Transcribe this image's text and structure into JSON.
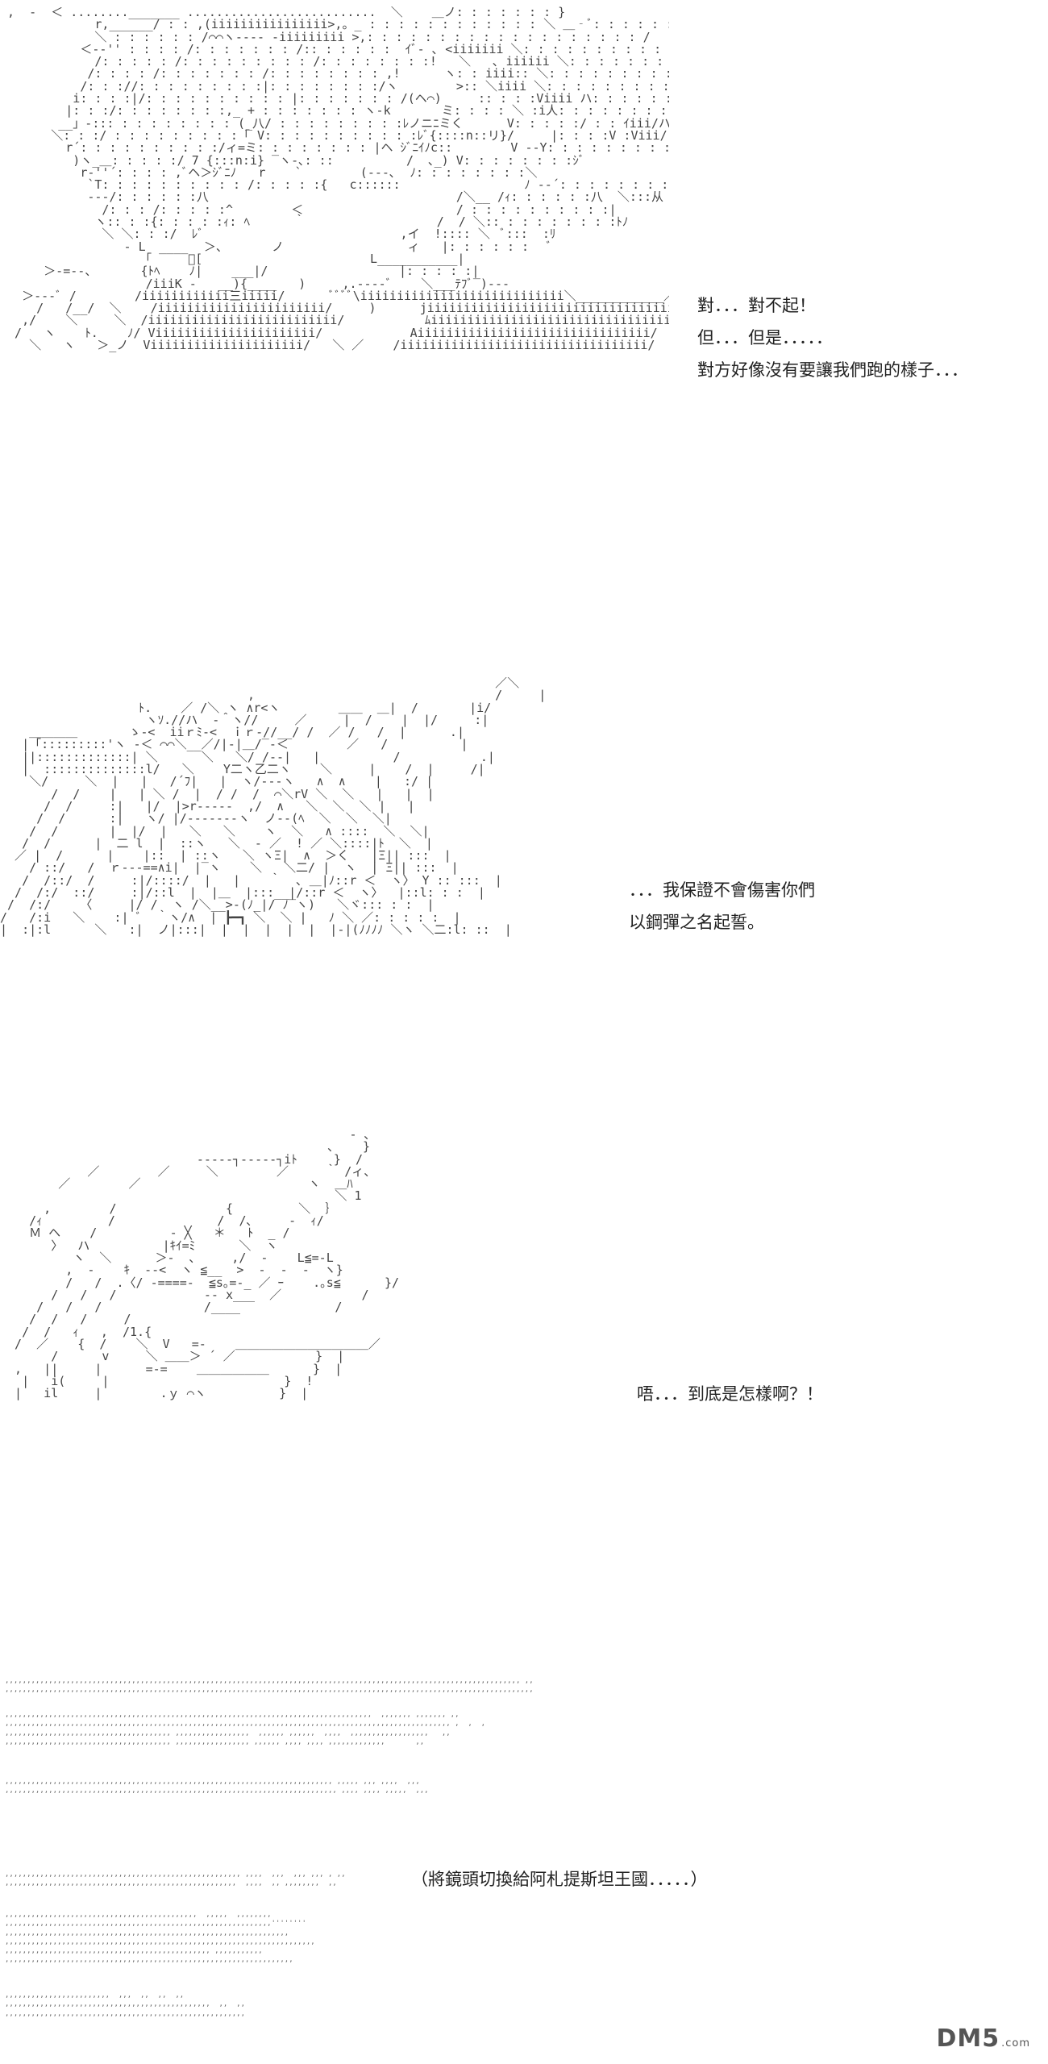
{
  "panels": [
    {
      "ascii_art": " ,  ‐  ＜ ........_______ ..........................  ＼    ＿ノ: : : : : : : }\n             r,______/ : : ,(iiiiiiiiiiiiiiii>,。_ : : : : : : : : : : : : ＼ ＿‐ﾞ: : : : : : : : /\n             ＼ : : : : : : /⌒⌒ヽ‐‐‐- -iiiiiiiii >,: : : : : : : : : : : : : : : : : : : /\n           ＜‐‐'' : : : : /: : : : : : : /:: : : : : :  ｲﾞ‐ ､ <iiiiiii ＼: : : : : : : : : : : : ＜__ィｱ\n             /: : : : : /: : : : : : : : : /: : : : : : : :!   ＼   ､ iiiiii ＼: : : : : : : : : : : ＼\n            /: : : : /: : : : : : : /: : : : : : : : ,!      ヽ: : iiii:: ＼: : : : : : : : : : : : :＼\n           /: : ://: : : : : : : : :|: : : : : : : :/ヽ        >:: ＼iiii ＼: : : : : : : : : : : : ‐ﾆﾌ\n          i: : : :|/: : : : : : : : : : |: : : : : : : /(ヘ⌒)     :: : : :Viiii ハ: : : : : : : : : : : : :‐‐\n         |: : :/: : : : : : : :,_ + : : : : : : : ヽ-k       ミ: : : : ＼ :i人: : : : : : : : : : : : : : : :\n        __」-::: : : : : : : : : (_八/ : : : : : : : : :ﾚノニﾆミく      V: : : : :/ : : ｲiii/ハ : : : : : : : :\n       ＼: : :/ : : : : : : : : :「 V: : : : : : : : : : :ﾚﾞ{::::n::リ}/     |: : : :V :Viii/: : : : : : : : : : : : : : /\n         r´: : : : : : : : : :/ィ=ミ: : : : : : : : |ヘ ｼﾞﾆｲﾉc::        V ‐‐Y: : : : : : : : : : :ｼﾞ\n          )ヽ_＿: : : : :/ 7 {:::n:i} ‾ヽ-､: ::          /  ､_) V: : : : : : : :ｼﾞ\n           r-''´: : : : ,ﾞヘ＞ｼﾞﾆﾉ   r    `        (‐‐-､  ﾉ: : : : : : : :＼\n            `T: : : : : : : : : : /: : : : :{   c::::::                 ﾉ ‐‐´: : : : : : : :/\n            ‐‐‐/: : : : : :八                                  /＼__ /ｨ: : : : : :八  ＼:::从\n              /: : : /: : : : :^        ＜                     / : : : : : : : : : :|\n             ヽ:: : :{: : : : :ｨ: ﾍ      ｀                  /  / ＼:: : : : : : : : :ﾄﾉ\n              ＼ ＼: : :/  ﾚﾞ                           ,イ  !:::: ＼  ﾞ:::  :ﾘ\n                 ‐ L        ＞、      ノ                 ィ   |: : : : : :   ﾞ\n                    ｢ ‾‾‾‾ﾞ[                       L___________|\n      ＞-=--、      {ﾄﾍ    ﾉ|    ___|/                  |: : : : :|\n                    /iiiK ‐   __){____   )     ,.‐‐-‐ﾞ    ＼___ﾃﾌﾞ‾)‐‐‐\n   ＞‐‐‐ﾞ /        /iiiiiiiiiiii三iiiii/      ﾞﾞﾞﾞ\\iiiiiiiiiiiiiiiiiiiiiiiiiiii＼____________／\n     /   /__/  ＼    /iiiiiiiiiiiiiiiiiiiiiii/     )      jiiiiiiiiiiiiiiiiiiiiiiiiiiiiiiiiiiiii/\n   ,/    ＼     ＼  /iiiiiiiiiiiiiiiiiiiiiiiiii/           ﾑiiiiiiiiiiiiiiiiiiiiiiiiiiiiiiiii/\n  /   ヽ    ﾄ.    ﾉ/ Viiiiiiiiiiiiiiiiiiiiii/            Aiiiiiiiiiiiiiiiiiiiiiiiiiiiiiiii/\n    ＼   ヽ   ＞_ノ  Viiiiiiiiiiiiiiiiiiiii/   ＼ ／    /iiiiiiiiiiiiiiiiiiiiiiiiiiiiiiiiii/",
      "dialogue": [
        "對．．．對不起！",
        "但．．．但是．．．．．",
        "對方好像沒有要讓我們跑的樣子．．．"
      ]
    },
    {
      "ascii_art": "                                                                    ／＼\n                                  ,                                 /     |\n                   ﾄ.    ／ /＼ ヽ ∧r<ヽ        ＿＿  ＿|  /       |i/\n                    ヽｿ.//ハ  ‐＾ヽ//     ／     |  /    |  |/     :|\n    ＿＿＿＿       ゝ‐<  iiｒﾐ-<  ｉｒ‐//__/ /  ／ /   /  |      .|\n   |「:::::::::'ヽ ‐＜ ⌒⌒＼__／/|‐|＿/‾‐＜        ／   /          |\n   ||:::::::::::::| ＼      ＼   ＼/ /‐‐|   |          /           .|\n   |  ::::::::::::::l/   ＼    Y二ヽ乙二ヽ    ＼     |    /  |     /|\n    ＼/     ＼  |   |   /´ﾌ|   |  ヽ/‐‐‐ヽ   ∧  ∧    |   :/ |\n       /  /    |   | ＼ /  |  / /  /  ⌒＼rV ＼  ＼   |   |  |\n      /  /     :|   |/  |>r‐‐‐‐‐  ,/  ∧   ＼  ＼  ＼ |   |\n     /  /      :|   ヽ/ |/‐‐‐‐‐‐-ヽ  ノ‐‐(ﾍ  ＼  ＼  ＼|\n    /  /       |  |/  |   ＼   ＼    ヽ  ＼   ∧ ::::  ＼  ＼|\n   /  /      |  二 l  |  ::ヽ   ＼  ‐ ／  ! ／ ＼::::|ﾄ  ＼  |\n  ／ |  /      |    |::  | ::ヽ   ＼ ヽΞ|  ∧  ＞く   |Ξ|| :::  |\n    / ::/   /  ｒ‐‐‐==∧i|  |‾ヽ    ＼   ＼二/ |  ヽ  | Ξ|| :::  |\n   /  /::/  /     :|/::::/  |   |    ｀  ､ ＿|ﾉ::r ＜  ヽ〉 Y :: :::  |\n  /  /:/  ::/     :|/::l  |  |＿  |:::__|/::r ＜  ヽ〉  |::l: : :  |\n /  /:/    〈     |/ /  ヽ /＼__>‐(ﾉ_|/ ﾉ‾ヽ)   ＼ヾ::: : :  |\n/   /:i   ＼    :| ﾞ  ｀ヽ/∧  | ┣━┓ ＼  ＼ |   ﾉ ＼ ／: : : : :  |\n|  :|:l      ＼   :|  ノ|:::|  |  |  |  |  |  |-|(ﾉﾉﾉﾉ ＼ヽ ＼二:l: ::  |",
      "dialogue": [
        "．．．我保證不會傷害你們",
        "以鋼彈之名起誓。"
      ]
    },
    {
      "ascii_art": "                                                - ､\n                                             ､    }\n                           ‐‐‐‐‐┐‐‐‐‐‐┐iﾄ     }  /\n            ／        ／     ＼        ／     ｀ /ィ、\n        ／        ／                       ヽ  ＿ﾊ\n                                              ＼ 1\n      ,        /               {         ＼  ｝\n    /ｨ         /              /  /､     ‐  ｨ/\n    Ｍ ヘ    /          ‐ ╳   ＊   ﾄ  _ /\n       〉  ハ          |ｷｲ=ﾐ      ＼  ヽ\n          ヽ  ＼      ＞‐  ､     ,/  ‐    L≦=-L\n         ,  ‐    ｷ  -‐<  ヽ ≦__  >  ‐  ‐  -  ヽ}\n         /   /  .〈/ ‐====‐  ≦s｡=-_ ／ ｰ    .｡s≦      }/\n       /   /   /            ‐‐ x___  ／           /\n     /   /   /              /____             /\n    /  /   /     /\n   /  /   ｨ   ,  /1.{\n  /  ／    {  /    ＼  V   =-    ＿＿＿＿＿＿＿＿＿＿＿／\n       /      v     ＼ ＿＿＞ ´ ／           }  |\n  ,   ||     |      =‐=    ＿＿＿＿＿＿      }  |\n   |   i(     |                        }  !\n  |   il     |        .ｙ ⌒ヽ          }  |",
      "dialogue": [
        "唔．．．到底是怎樣啊？！"
      ]
    }
  ],
  "narration_block": {
    "dots_a": ",,,,,,,,,,,,,,,,,,,,,,,,,,,,,,,,,,,,,,,,,,,,,,,,,,,,,,,,,,,,,,,,,,,,,,,,,,,,,,,,,,,,,,,,,,,,,,,,,,,,,,,,,,,,,,,,,,,,,, ,,\n,,,,,,,,,,,,,,,,,,,,,,,,,,,,,,,,,,,,,,,,,,,,,,,,,,,,,,,,,,,,,,,,,,,,,,,,,,,,,,,,,,,,,,,,,,,,,,,,,,,,,,,,,,,,,,,,,,,,,,,,,",
    "dots_b": ",,,,,,,,,,,,,,,,,,,,,,,,,,,,,,,,,,,,,,,,,,,,,,,,,,,,,,,,,,,,,,,,,,,,,,,,,,,,,,,,,,,,  ,,,,,,, ,,,,,,, ,,\n,,,,,,,,,,,,,,,,,,,,,,,,,,,,,,,,,,,,,,,,,,,,,,,,,,,,,,,,,,,,,,,,,,,,,,,,,,,,,,,,,,,,,,,,,,,,,,,,,,,,,, ,  ,  ,\n,,,,,,,,,,,,,,,,,,,,,,,,,,,,,,,,,,,,,, ,,,,,,,,,,,,,,,,,  ,,,,,, ,,,,,,  ,,,,  ,,,,,,,,,,,,,,,,,,   ,,\n,,,,,,,,,,,,,,,,,,,,,,,,,,,,,,,,,,,,,, ,,,,,,,,,,,,,,,,, ,,,,,, ,,,, ,,,, ,,,,,,,,,,,,,       ,,",
    "dots_c": ",,,,,,,,,,,,,,,,,,,,,,,,,,,,,,,,,,,,,,,,,,,,,,,,,,,,,,,,,,,,,,,,,,,,,,,,,,, ,,,,, ,,, ,,,,  ,,,\n,,,,,,,,,,,,,,,,,,,,,,,,,,,,,,,,,,,,,,,,,,,,,,,,,,,,,,,,,,,,,,,,,,,,,,,,,,,, ,,,, ,,,, ,,,,,  ,,,",
    "dots_d": ",,,,,,,,,,,,,,,,,,,,,,,,,,,,,,,,,,,,,,,,,,,,,,,,,,,,,, ,,,,  ,,,  ,,, ,,, , ,,\n,,,,,,,,,,,,,,,,,,,,,,,,,,,,,,,,,,,,,,,,,,,,,,,,,,,,,  ,,,,  ,, ,,,,,,,,  ,,",
    "dots_e": ",,,,,,,,,,,,,,,,,,,,,,,,,,,,,,,,,,,,,,,,,,,,  ,,,,,  ,,,,,,,,\n,,,,,,,,,,,,,,,,,,,,,,,,,,,,,,,,,,,,,,,,,,,,,,,,,,,,,,,,,,,,,''''''''\n,,,,,,,,,,,,,,,,,,,,,,,,,,,,,,,,,,,,,,,,,,,,,,,,,,,,,,,,,,,,,,,,,\n,,,,,,,,,,,,,,,,,,,,,,,,,,,,,,,,,,,,,,,,,,,,,,,,,,,,,,,,,,,,,,,,,,,,,,,\n,,,,,,,,,,,,,,,,,,,,,,,,,,,,,,,,,,,,,,,,,,,,,,, ,,,,,,,,,,,\n,,,,,,,,,,,,,,,,,,,,,,,,,,,,,,,,,,,,,,,,,,,,,,,,,,,,,,,,,,,,,,,,,,",
    "dots_f": ",,,,,,,,,,,,,,,,,,,,,,,,  ,,,  ,,  ,,  ,,\n,,,,,,,,,,,,,,,,,,,,,,,,,,,,,,,,,,,,,,,,,,,,,,,  ,,  ,,\n,,,,,,,,,,,,,,,,,,,,,,,,,,,,,,,,,,,,,,,,,,,,,,,,,,,,,,,",
    "caption": "（將鏡頭切換給阿札提斯坦王國．．．．．）"
  },
  "watermark": {
    "main": "DM5",
    "sub": ".com"
  }
}
